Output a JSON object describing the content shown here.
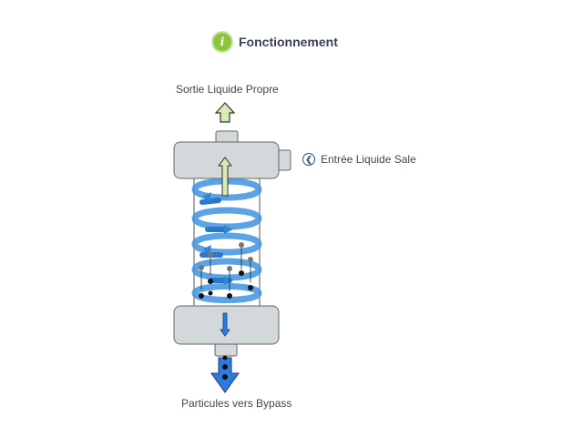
{
  "title": {
    "icon": "info-icon",
    "text": "Fonctionnement"
  },
  "labels": {
    "outlet_top": "Sortie Liquide Propre",
    "inlet": "Entrée Liquide Sale",
    "outlet_bottom": "Particules vers Bypass"
  },
  "icons": {
    "inlet_icon": "chevron-left-circle-icon",
    "clean_arrow": "arrow-up-icon",
    "particles_arrow": "arrow-down-icon"
  },
  "colors": {
    "accent_green": "#8cc63f",
    "clean_arrow_fill": "#d6ecb4",
    "swirl_blue": "#3f93e0",
    "body_gray": "#d3d8da",
    "particles_blue": "#2e7be0"
  }
}
